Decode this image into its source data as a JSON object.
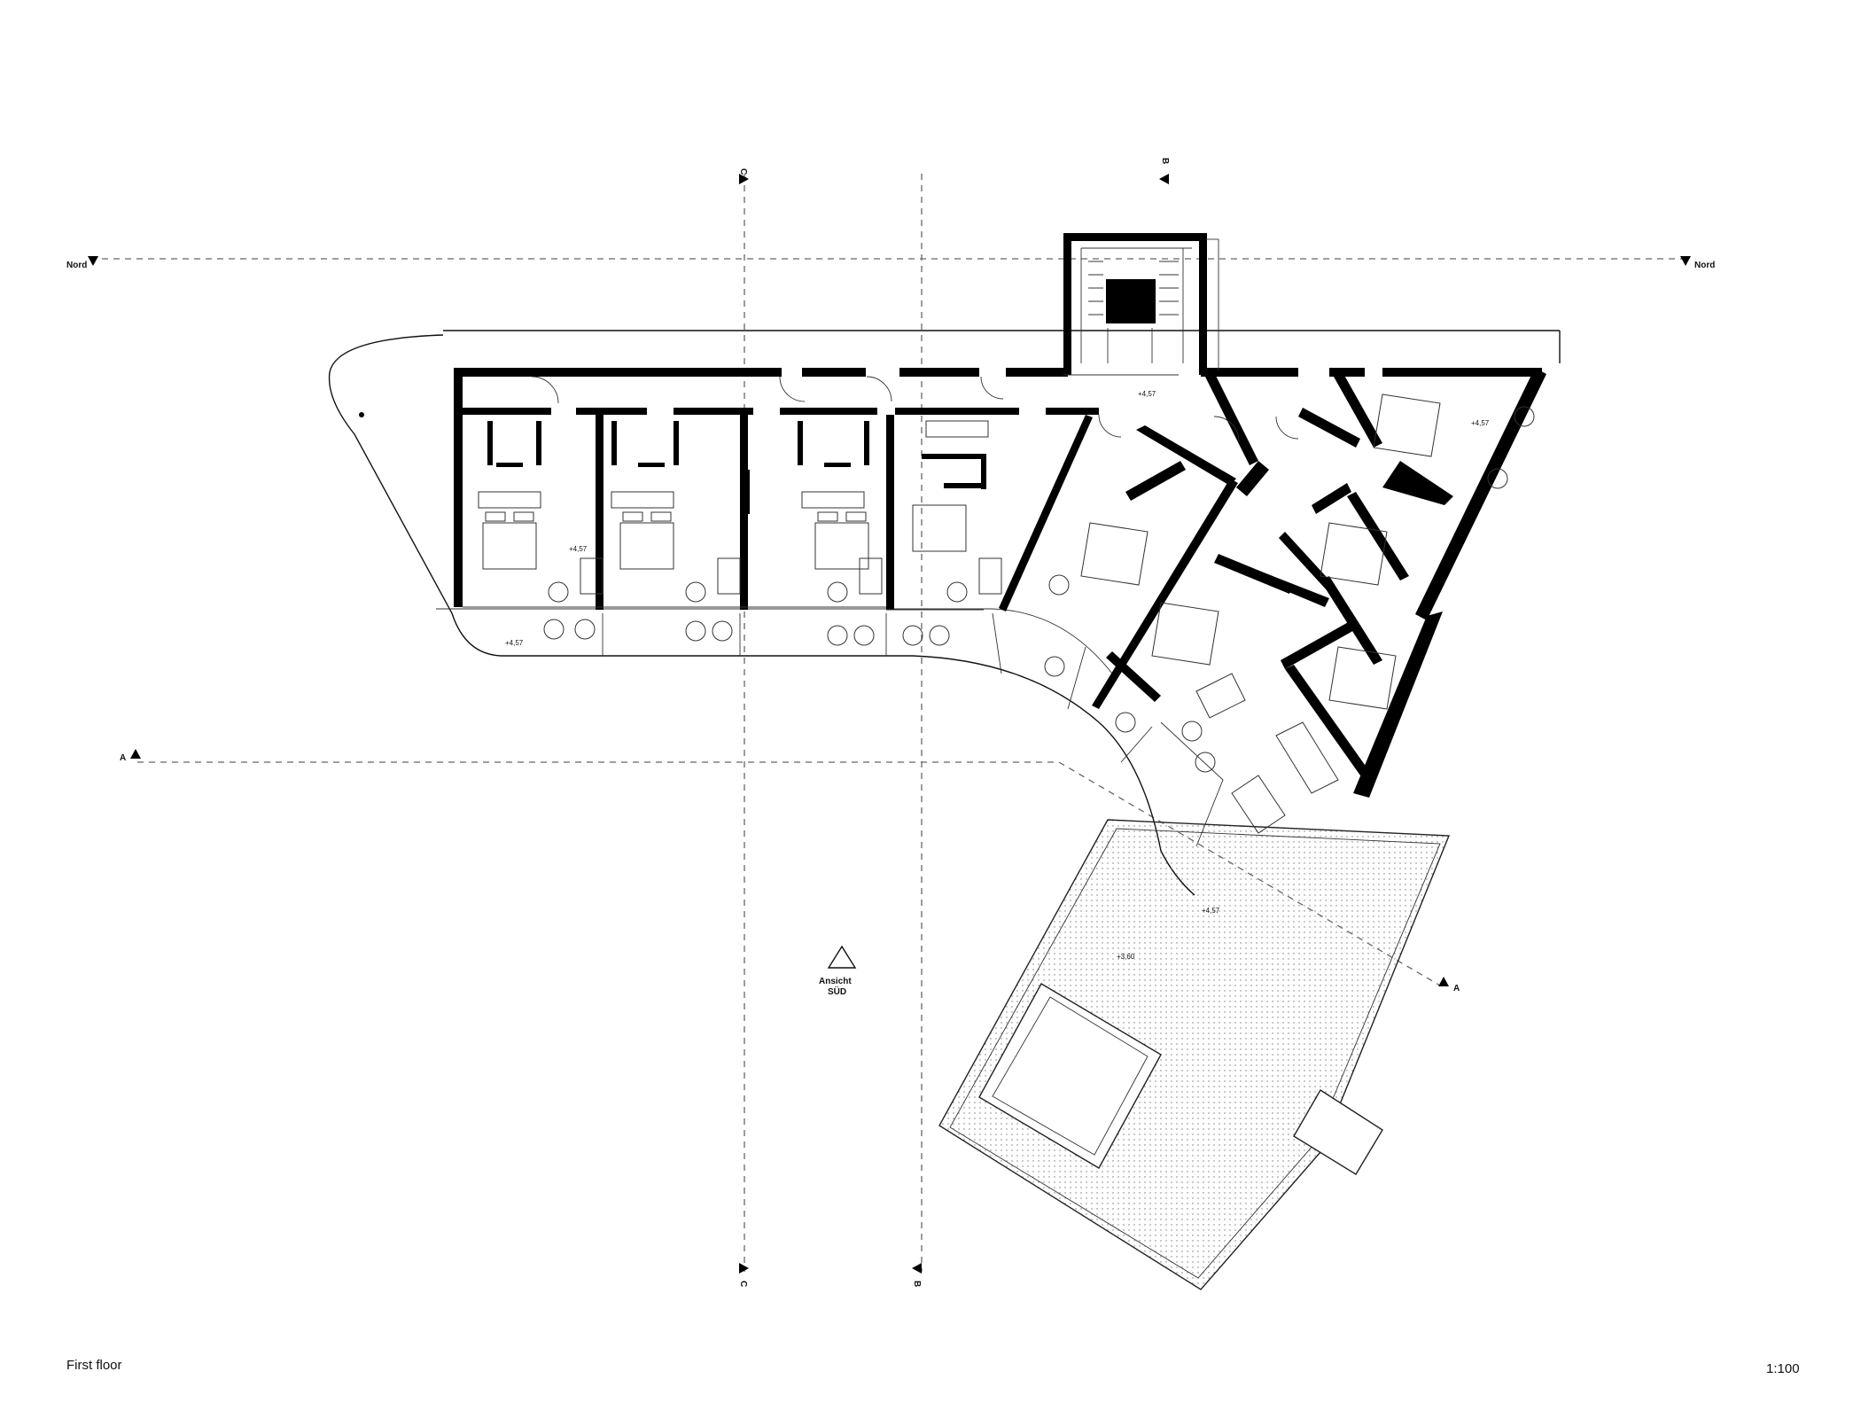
{
  "drawing": {
    "title": "First floor",
    "scale": "1:100"
  },
  "section_markers": {
    "nord": "Nord",
    "a": "A",
    "b": "B",
    "c": "C"
  },
  "view_marker": {
    "line1": "Ansicht",
    "line2": "SÜD"
  },
  "levels": {
    "floor": "+4,57",
    "terrace": "+3,60"
  },
  "colors": {
    "wall": "#000000",
    "line": "#333333",
    "section_line": "#666666"
  }
}
